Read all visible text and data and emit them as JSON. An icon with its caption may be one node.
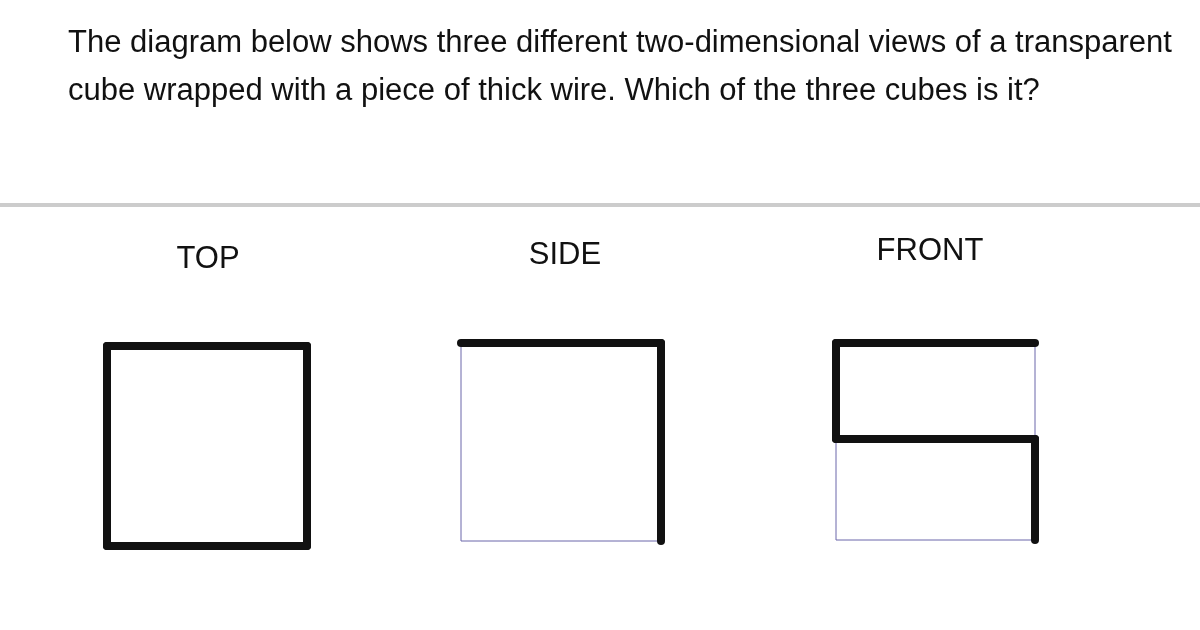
{
  "diagram": {
    "title": "The diagram below shows three different two-dimensional views of a transparent cube wrapped with a piece of thick wire. Which of the three cubes is it?",
    "labels": [
      "TOP",
      "SIDE",
      "FRONT"
    ]
  }
}
